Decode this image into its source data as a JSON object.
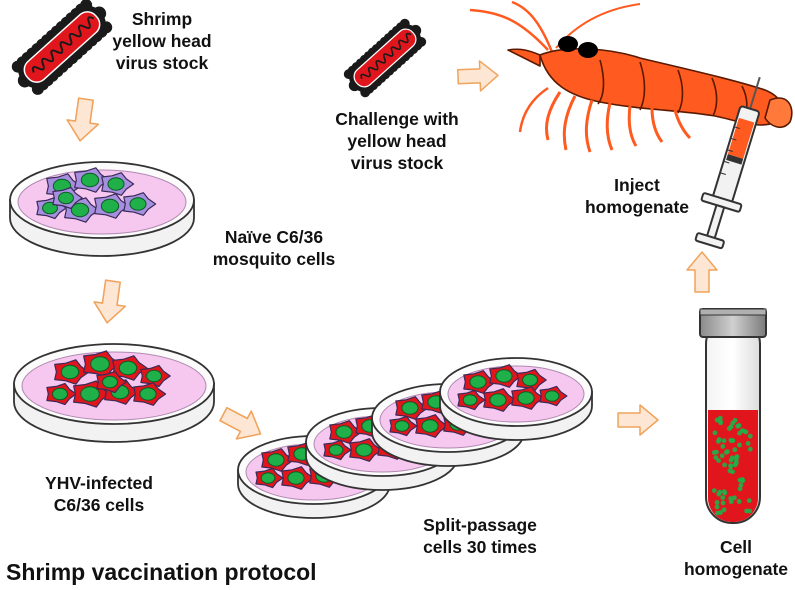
{
  "title": "Shrimp vaccination protocol",
  "labels": {
    "virus_stock": [
      "Shrimp",
      "yellow head",
      "virus stock"
    ],
    "naive_cells": [
      "Naïve C6/36",
      "mosquito cells"
    ],
    "infected_cells": [
      "YHV-infected",
      "C6/36 cells"
    ],
    "split_passage": [
      "Split-passage",
      "cells 30 times"
    ],
    "challenge": [
      "Challenge with",
      "yellow head",
      "virus stock"
    ],
    "inject": [
      "Inject",
      "homogenate"
    ],
    "cell_homogenate": [
      "Cell",
      "homogenate"
    ]
  },
  "colors": {
    "arrow_fill": "#fde7d4",
    "arrow_stroke": "#f0a35c",
    "dish_medium": "#f6c8ef",
    "naive_cell": "#a78fe0",
    "infected_cell": "#e0161c",
    "nucleus": "#1fb04a",
    "virus_body": "#e0161c",
    "shrimp": "#ff5a1f",
    "tube_liquid": "#e0161c",
    "syringe_fluid": "#ff5a1f"
  }
}
